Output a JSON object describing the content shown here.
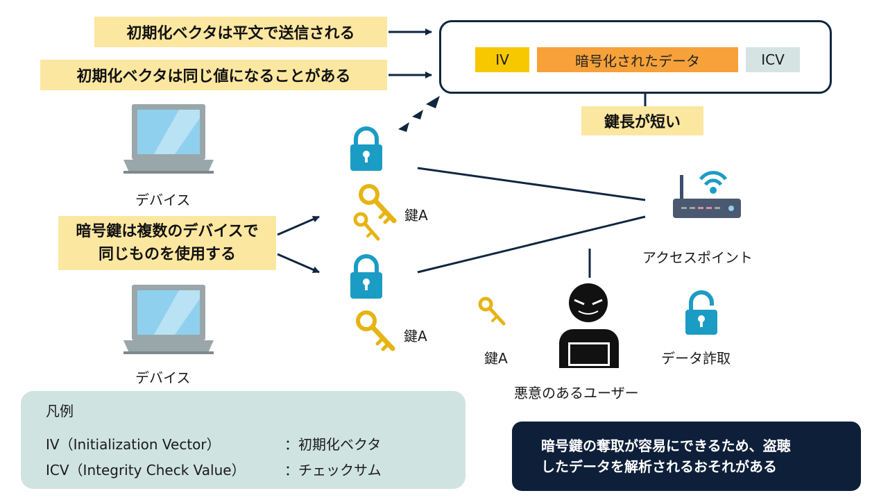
{
  "callouts": {
    "iv_plaintext": "初期化ベクタは平文で送信される",
    "iv_same": "初期化ベクタは同じ値になることがある",
    "key_short": "鍵長が短い",
    "shared_key_line1": "暗号鍵は複数のデバイスで",
    "shared_key_line2": "同じものを使用する"
  },
  "packet": {
    "iv": "IV",
    "encrypted_data": "暗号化されたデータ",
    "icv": "ICV"
  },
  "nodes": {
    "device_top": "デバイス",
    "device_bottom": "デバイス",
    "access_point": "アクセスポイント",
    "attacker": "悪意のあるユーザー",
    "data_theft": "データ詐取",
    "key_top": "鍵A",
    "key_bottom": "鍵A",
    "key_attacker": "鍵A"
  },
  "legend": {
    "title": "凡例",
    "row1_term": "IV（Initialization Vector）",
    "row1_desc": "：初期化ベクタ",
    "row2_term": "ICV（Integrity Check Value）",
    "row2_desc": "：チェックサム"
  },
  "warning": {
    "line1": "暗号鍵の奪取が容易にできるため、盗聴",
    "line2": "したデータを解析されるおそれがある"
  },
  "colors": {
    "callout_bg": "#fce7a1",
    "navy": "#0f2640",
    "iv_yellow": "#f7c800",
    "data_orange": "#f7a13a",
    "icv_gray": "#d5e4e2",
    "lock_blue": "#1b9cc4",
    "key_gold": "#e6b413",
    "legend_bg": "#cfe3e0"
  }
}
